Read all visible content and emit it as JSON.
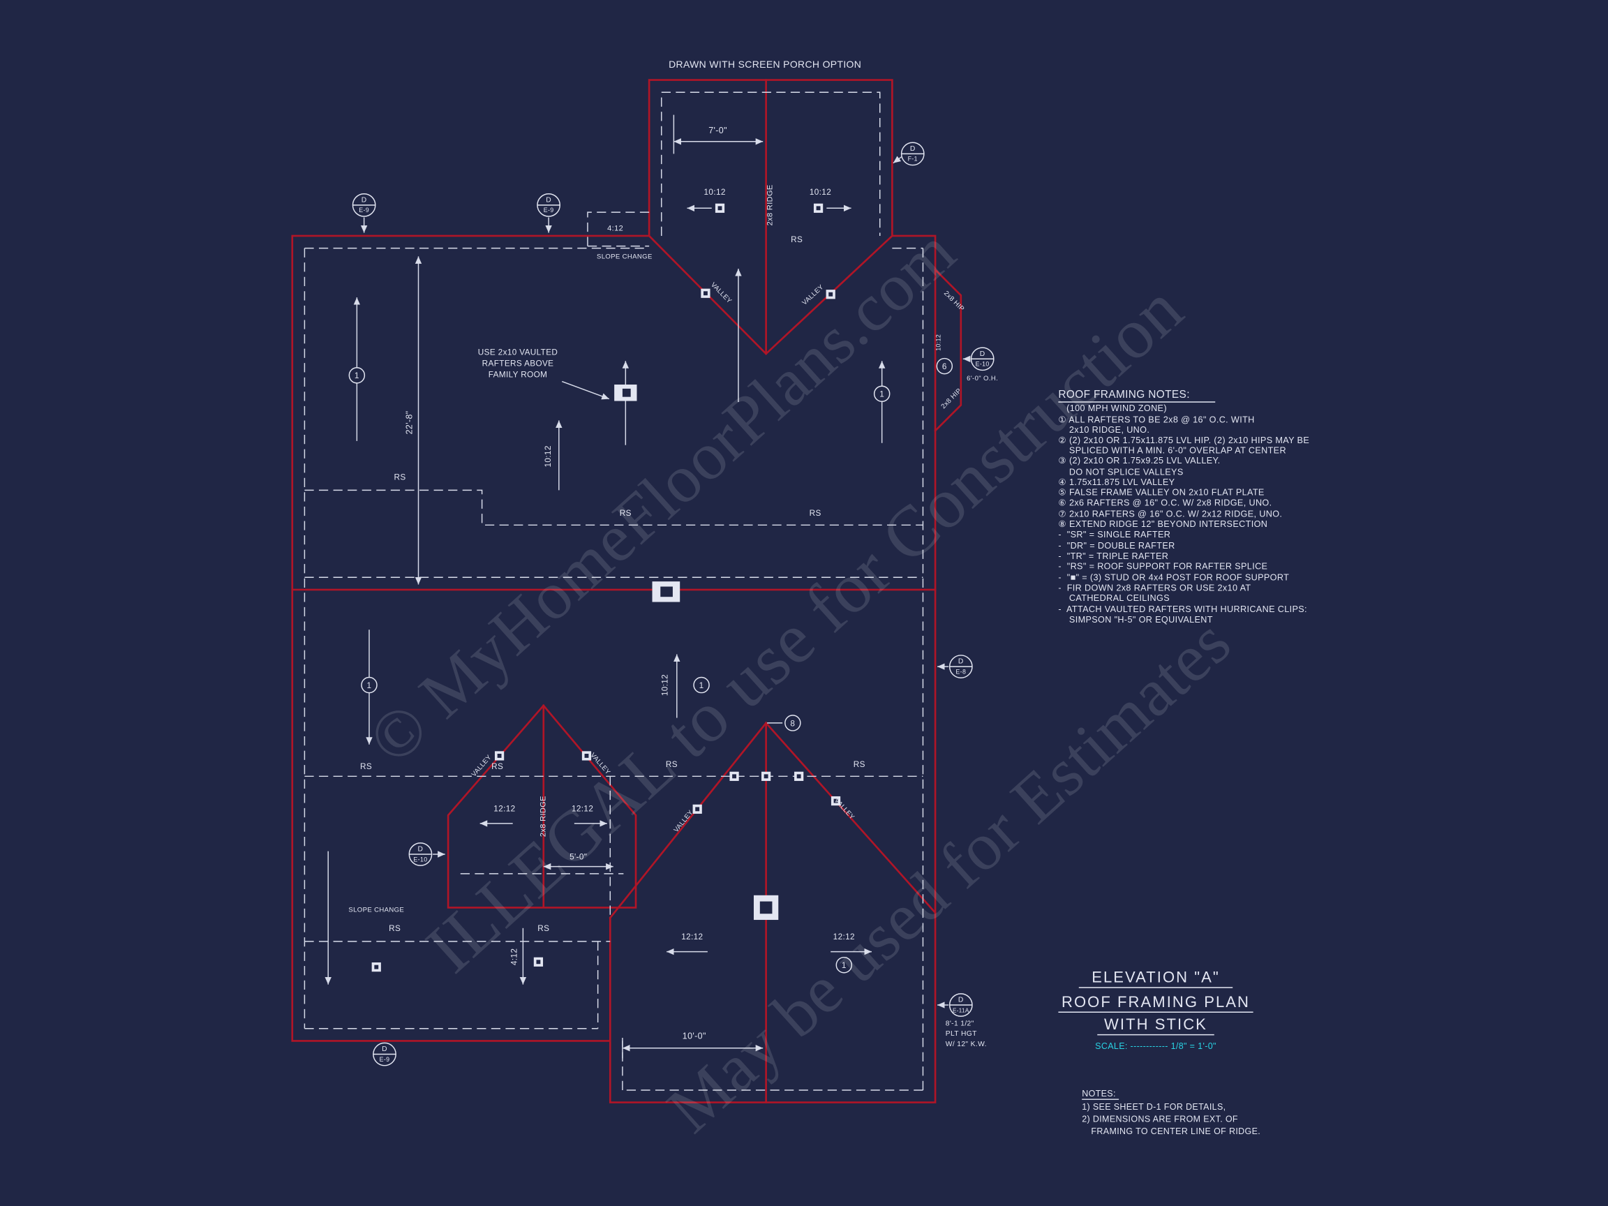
{
  "page": {
    "bg": "#202645",
    "line_red": "#b01527",
    "line_white": "#d8dcea",
    "cyan": "#29d3e4"
  },
  "watermark": {
    "line1": "© MyHomeFloorPlans.com",
    "line2": "ILLEGAL to use for Construction",
    "line3": "May be used for Estimates"
  },
  "drawing": {
    "porch_note": "DRAWN WITH SCREEN PORCH OPTION",
    "labels": {
      "rs": "RS",
      "valley": "VALLEY",
      "ridge2x8": "2x8 RIDGE",
      "hip2x8": "2x8 HIP",
      "s1012": "10:12",
      "s1212": "12:12",
      "s412": "4:12",
      "slope_change": "SLOPE CHANGE"
    },
    "dims": {
      "d7": "7'-0\"",
      "d22": "22'-8\"",
      "d5": "5'-0\"",
      "d10": "10'-0\"",
      "oh": "6'-0\" O.H."
    },
    "plt": {
      "l1": "8'-1 1/2\"",
      "l2": "PLT HGT",
      "l3": "W/ 12\" K.W."
    },
    "vaulted": {
      "l1": "USE 2x10 VAULTED",
      "l2": "RAFTERS ABOVE",
      "l3": "FAMILY ROOM"
    },
    "bubbles": {
      "n1": "1",
      "n6": "6",
      "n8": "8"
    },
    "details": {
      "d": "D",
      "e9": "E-9",
      "e10": "E-10",
      "e8": "E-8",
      "e11a": "E-11A",
      "f1": "F-1"
    }
  },
  "roof_notes": {
    "title": "ROOF FRAMING NOTES:",
    "subtitle": "(100 MPH WIND ZONE)",
    "lines": [
      "① ALL RAFTERS TO BE 2x8 @ 16\" O.C. WITH",
      "    2x10 RIDGE, UNO.",
      "② (2) 2x10 OR 1.75x11.875 LVL HIP. (2) 2x10 HIPS MAY BE",
      "    SPLICED WITH A MIN. 6'-0\" OVERLAP AT CENTER",
      "③ (2) 2x10 OR 1.75x9.25 LVL VALLEY.",
      "    DO NOT SPLICE VALLEYS",
      "④ 1.75x11.875 LVL VALLEY",
      "⑤ FALSE FRAME VALLEY ON 2x10 FLAT PLATE",
      "⑥ 2x6 RAFTERS @ 16\" O.C. W/ 2x8 RIDGE, UNO.",
      "⑦ 2x10 RAFTERS @ 16\" O.C. W/ 2x12 RIDGE, UNO.",
      "⑧ EXTEND RIDGE 12\" BEYOND INTERSECTION",
      "-  \"SR\" = SINGLE RAFTER",
      "-  \"DR\" = DOUBLE RAFTER",
      "-  \"TR\" = TRIPLE RAFTER",
      "-  \"RS\" = ROOF SUPPORT FOR RAFTER SPLICE",
      "-  \"■\" = (3) STUD OR 4x4 POST FOR ROOF SUPPORT",
      "-  FIR DOWN 2x8 RAFTERS OR USE 2x10 AT",
      "    CATHEDRAL CEILINGS",
      "-  ATTACH VAULTED RAFTERS WITH HURRICANE CLIPS:",
      "    SIMPSON \"H-5\" OR EQUIVALENT"
    ]
  },
  "title_block": {
    "line1": "ELEVATION \"A\"",
    "line2": "ROOF FRAMING PLAN",
    "line3": "WITH STICK",
    "scale": "SCALE: ------------ 1/8\" = 1'-0\""
  },
  "notes": {
    "title": "NOTES:",
    "line1": "1) SEE SHEET D-1 FOR DETAILS,",
    "line2": "2) DIMENSIONS ARE FROM EXT. OF",
    "line3": "FRAMING TO CENTER LINE OF RIDGE."
  }
}
